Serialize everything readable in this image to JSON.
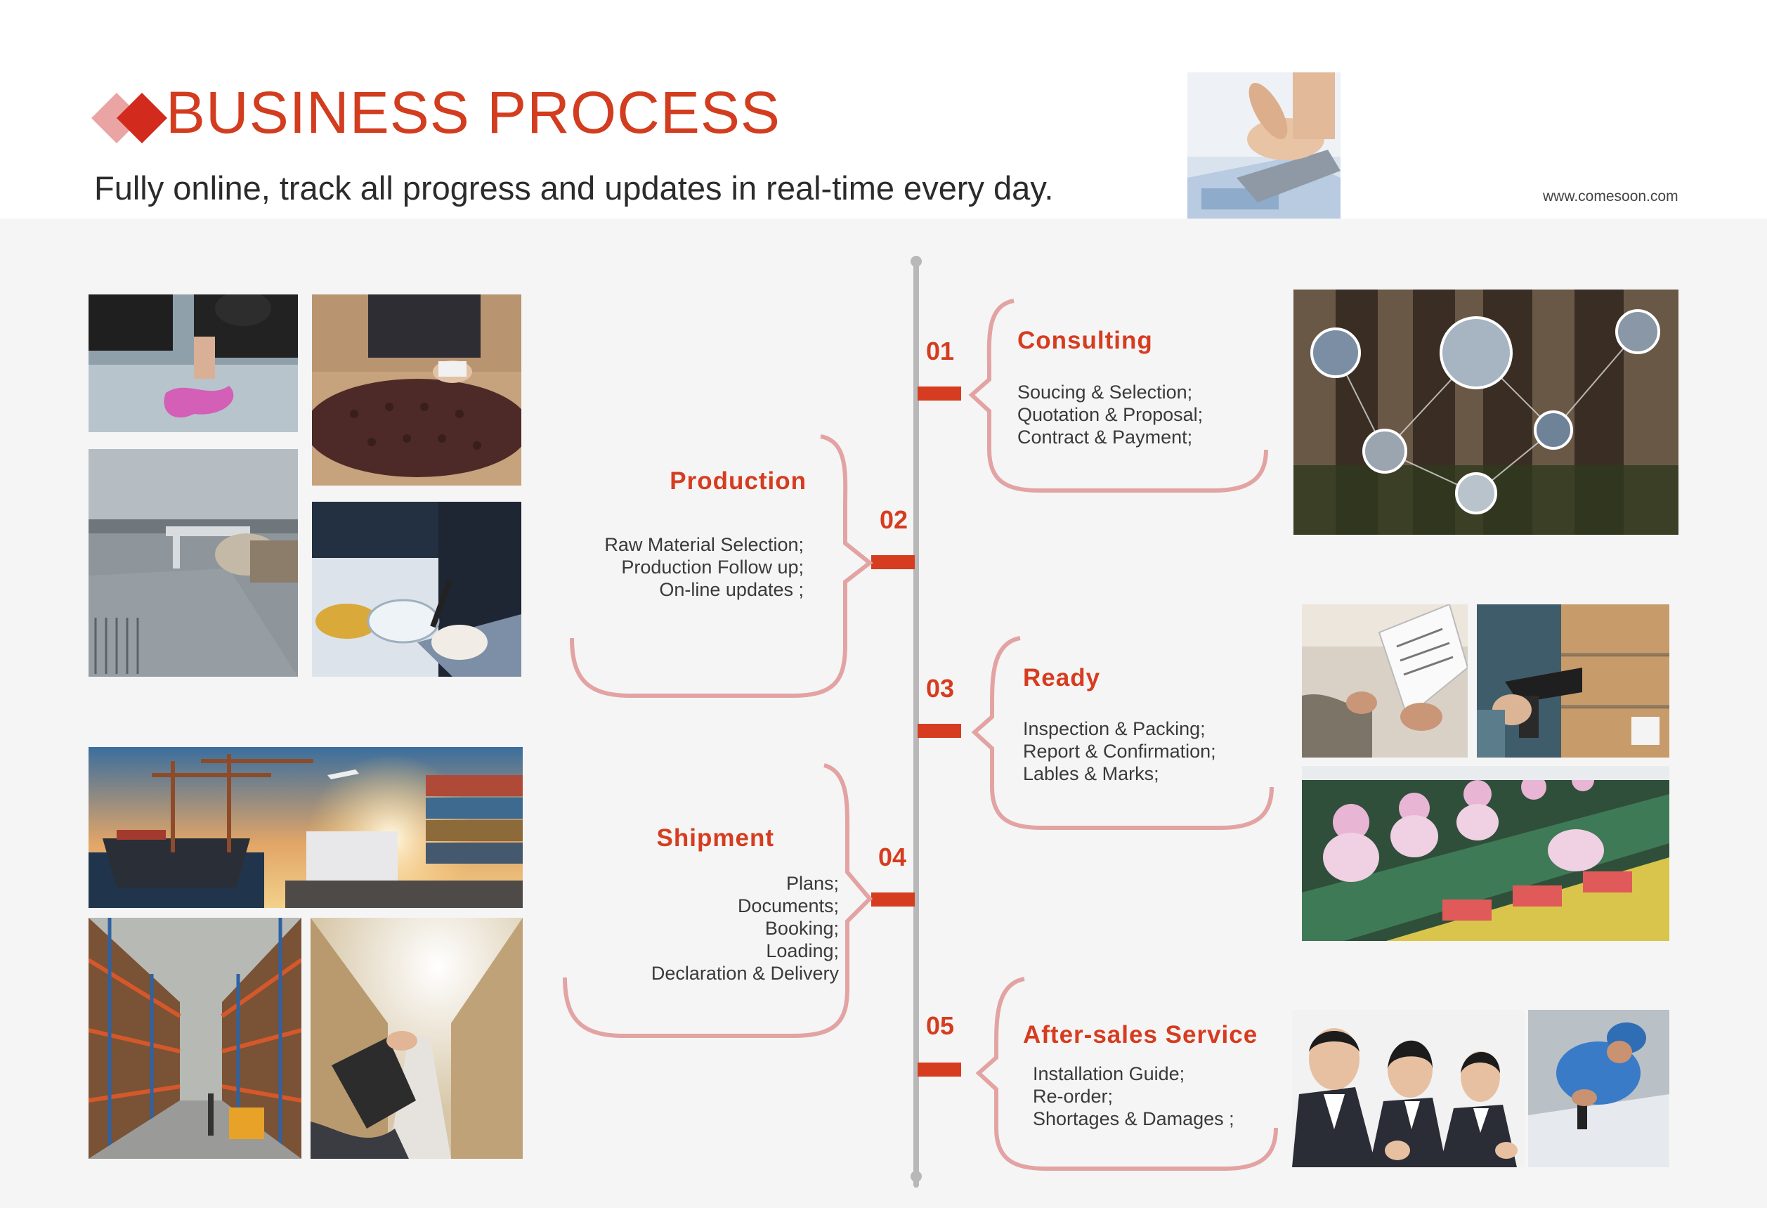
{
  "header": {
    "title": "BUSINESS PROCESS",
    "subtitle": "Fully online, track all progress and updates in real-time every day.",
    "website": "www.comesoon.com"
  },
  "colors": {
    "accent": "#d63c1f",
    "bracket": "#e3a3a3",
    "axis": "#b8b8b8",
    "background_panel": "#f5f5f5"
  },
  "steps": [
    {
      "number": "01",
      "title": "Consulting",
      "items": [
        "Soucing & Selection;",
        "Quotation & Proposal;",
        "Contract & Payment;"
      ]
    },
    {
      "number": "02",
      "title": "Production",
      "items": [
        "Raw Material Selection;",
        "Production Follow up;",
        "On-line updates ;"
      ]
    },
    {
      "number": "03",
      "title": "Ready",
      "items": [
        "Inspection & Packing;",
        "Report & Confirmation;",
        "Lables & Marks;"
      ]
    },
    {
      "number": "04",
      "title": "Shipment",
      "items": [
        "Plans;",
        "Documents;",
        "Booking;",
        "Loading;",
        "Declaration & Delivery"
      ]
    },
    {
      "number": "05",
      "title": "After-sales Service",
      "items": [
        "Installation Guide;",
        "Re-order;",
        "Shortages & Damages ;"
      ]
    }
  ],
  "photos": [
    "tablet-hands-photo",
    "fabric-cutting-photo",
    "leather-sofa-photo",
    "caliper-measure-photo",
    "lab-inspection-photo",
    "port-logistics-photo",
    "warehouse-forklift-photo",
    "warehouse-tablet-photo",
    "network-business-photo",
    "clipboard-inspection-photo",
    "barcode-scan-photo",
    "assembly-line-photo",
    "customer-service-photo",
    "technician-repair-photo"
  ]
}
